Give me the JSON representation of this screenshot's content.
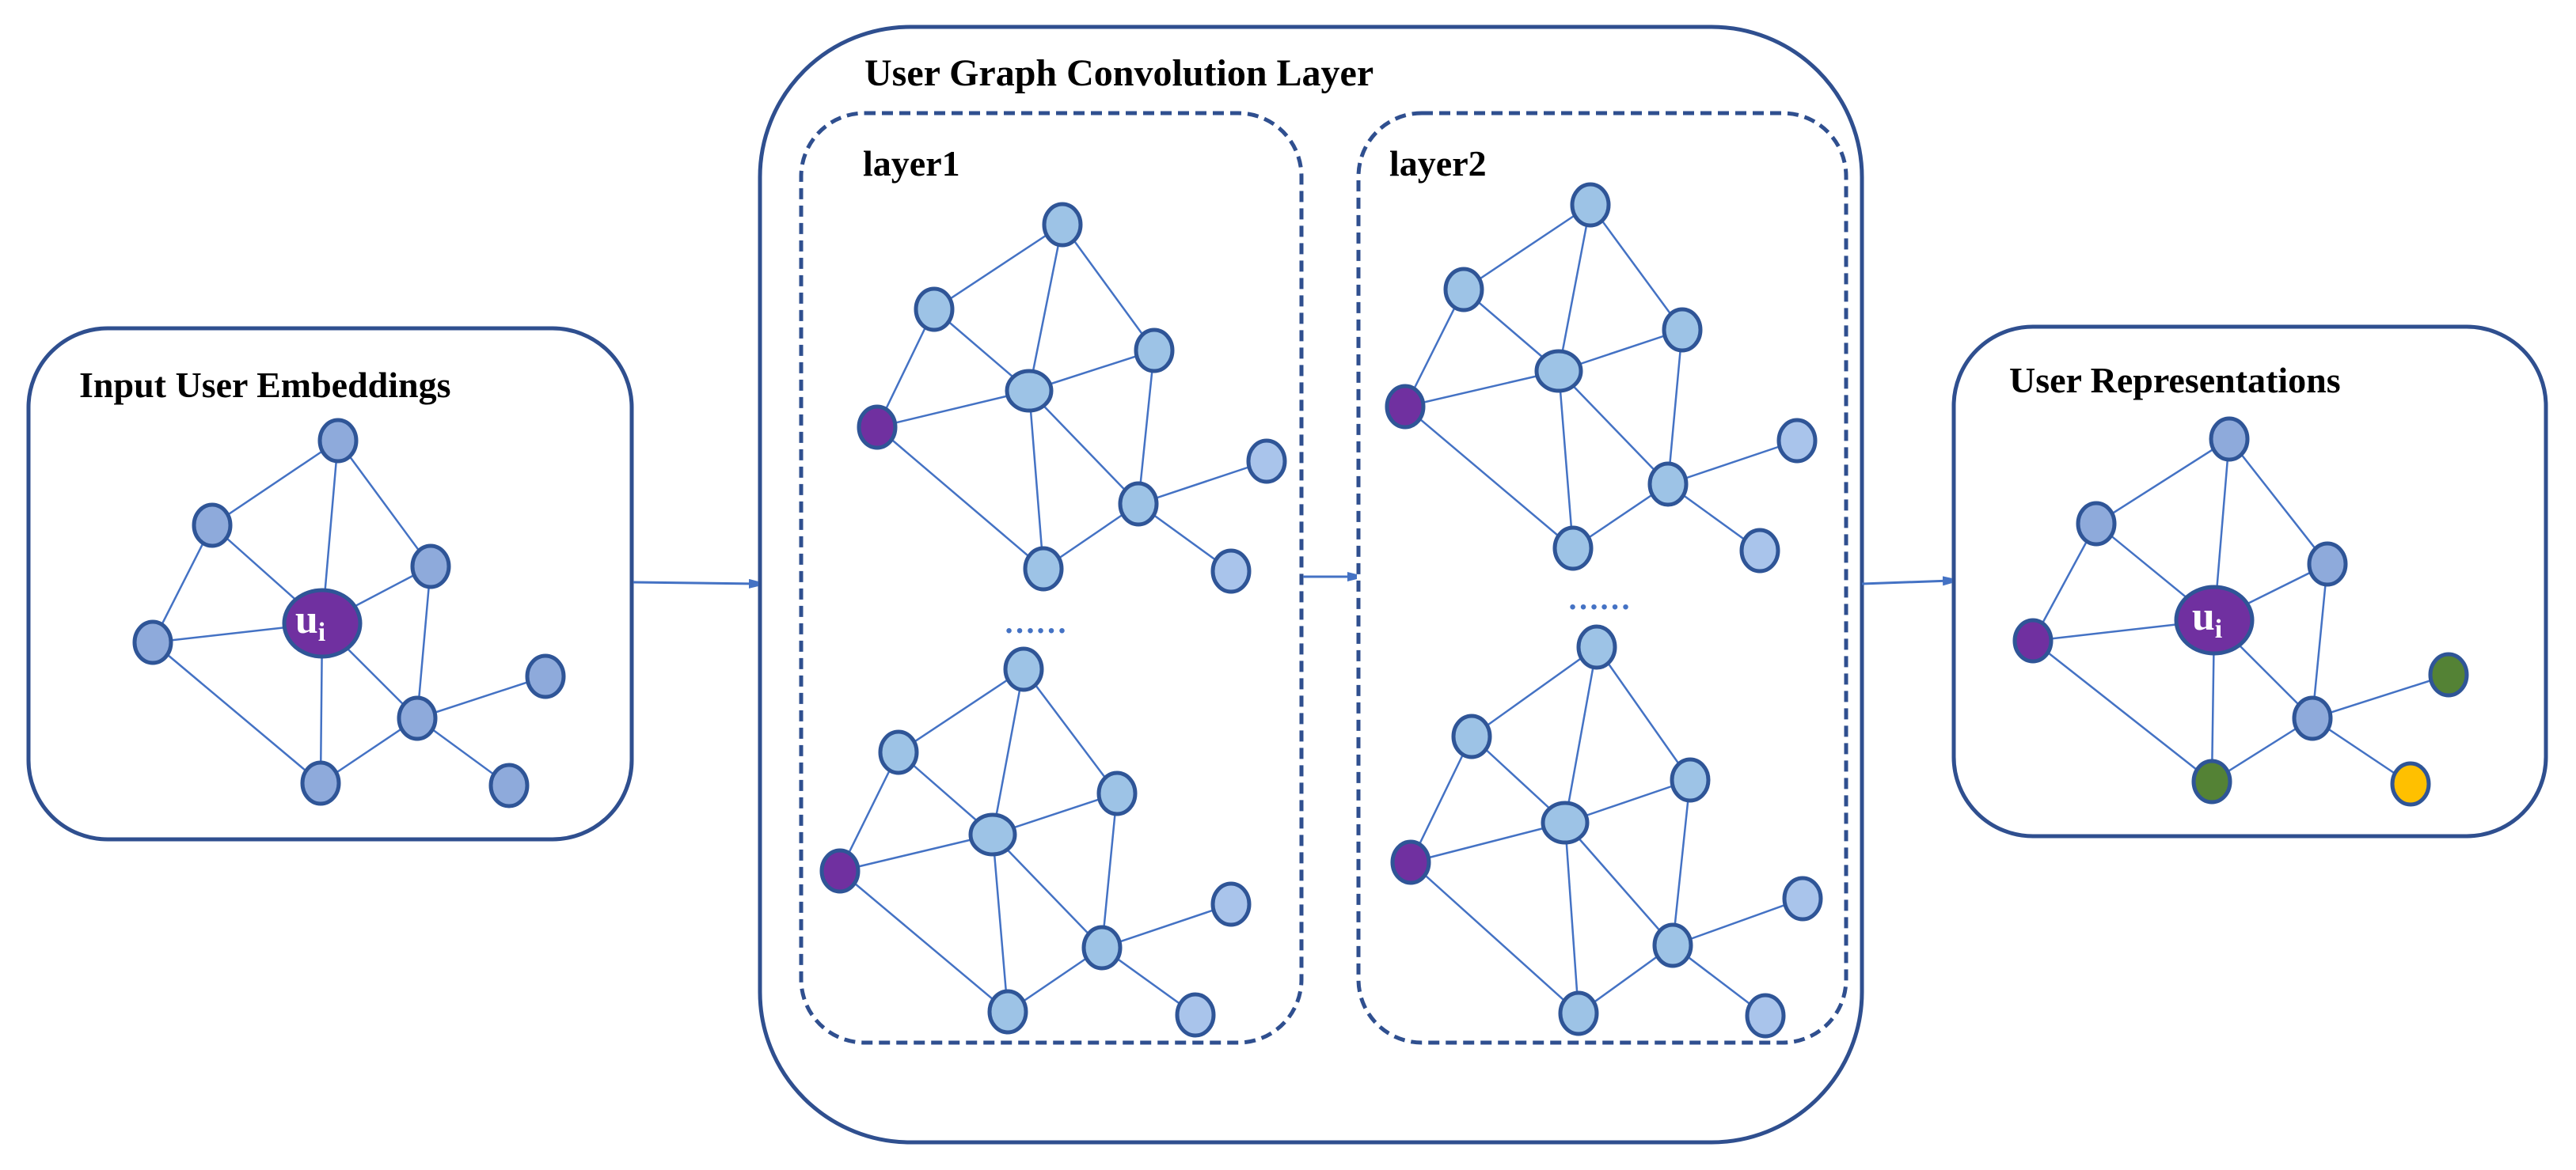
{
  "panels": {
    "input": {
      "title": "Input User Embeddings",
      "center_label": "u",
      "center_label_sub": "i"
    },
    "conv": {
      "title": "User Graph Convolution Layer",
      "layer1": {
        "title": "layer1",
        "ellipsis": "……"
      },
      "layer2": {
        "title": "layer2",
        "ellipsis": "……"
      }
    },
    "output": {
      "title": "User Representations",
      "center_label": "u",
      "center_label_sub": "i"
    }
  },
  "colors": {
    "panel_border": "#2f4f8f",
    "node_fill_dark": "#8eaadb",
    "node_fill_light": "#a9c4eb",
    "node_fill_mid": "#9dc3e6",
    "node_stroke": "#2f5597",
    "edge": "#4472c4",
    "target_user": "#7030a0",
    "highlight_green": "#548235",
    "highlight_yellow": "#ffc000",
    "arrow": "#4472c4"
  }
}
